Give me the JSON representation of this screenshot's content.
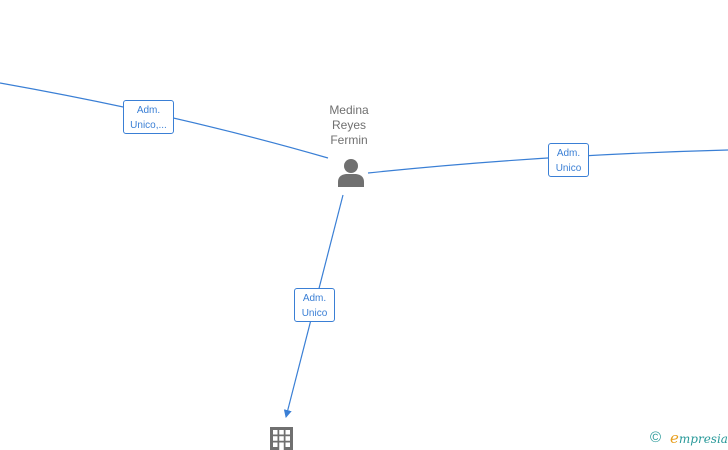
{
  "person": {
    "name_lines": [
      "Medina",
      "Reyes",
      "Fermin"
    ],
    "icon": "person-icon"
  },
  "company": {
    "icon": "building-icon"
  },
  "edges": [
    {
      "id": "edge-left",
      "label_lines": [
        "Adm.",
        "Unico,..."
      ]
    },
    {
      "id": "edge-right",
      "label_lines": [
        "Adm.",
        "Unico"
      ]
    },
    {
      "id": "edge-down",
      "label_lines": [
        "Adm.",
        "Unico"
      ]
    }
  ],
  "watermark": {
    "symbol": "©",
    "brand_initial": "e",
    "brand_rest": "mpresia"
  },
  "colors": {
    "edge": "#3a7fd5",
    "node_icon": "#707070",
    "brand_teal": "#2a9a9a",
    "brand_orange": "#e8a020"
  }
}
